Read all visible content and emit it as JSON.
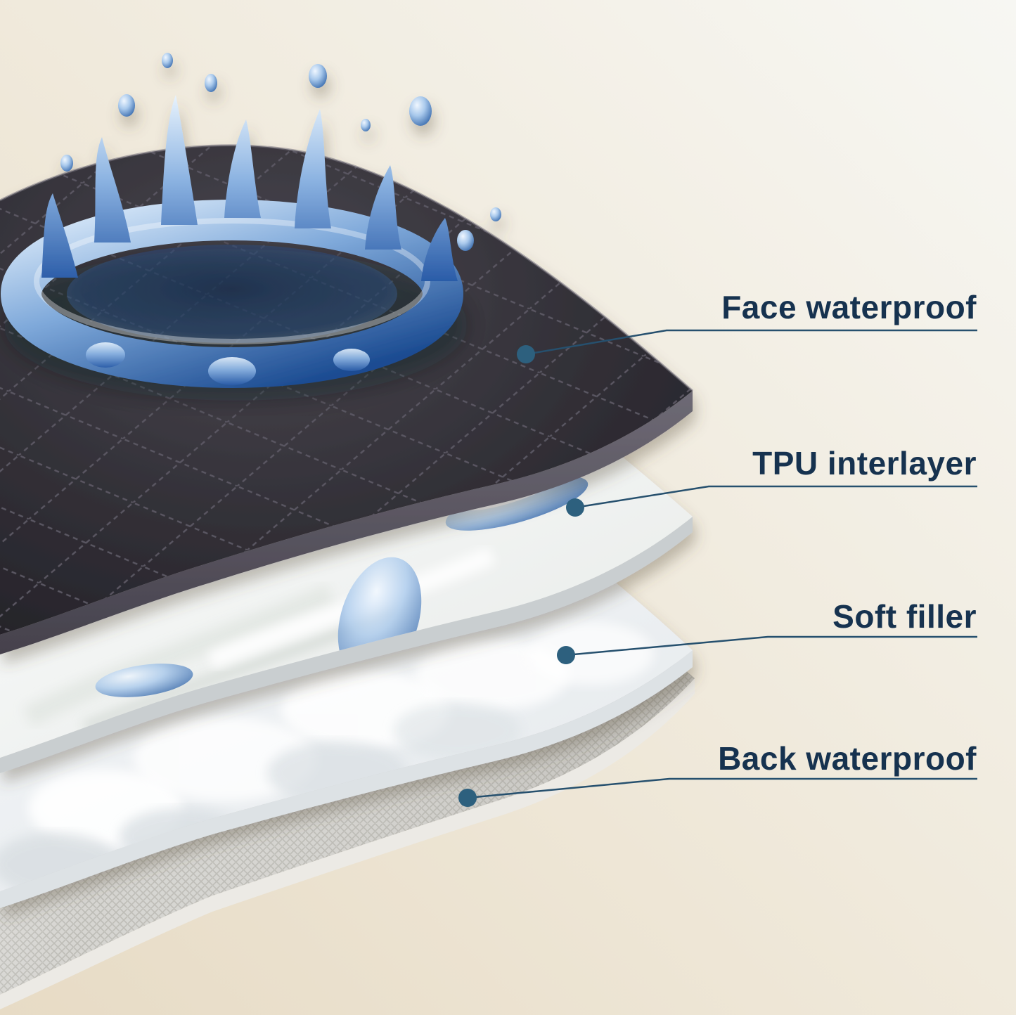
{
  "diagram": {
    "layers": [
      {
        "name": "face-waterproof",
        "label": "Face waterproof",
        "color": "#2e2c32"
      },
      {
        "name": "tpu-interlayer",
        "label": "TPU interlayer",
        "color": "#f4f6f5"
      },
      {
        "name": "soft-filler",
        "label": "Soft filler",
        "color": "#eef1f3"
      },
      {
        "name": "back-waterproof",
        "label": "Back waterproof",
        "color": "#d6d5d1"
      }
    ],
    "callout": {
      "text_color": "#16324f",
      "line_color": "#26506e",
      "dot_color": "#2d607e"
    },
    "water_color": "#2a5ca8",
    "background": {
      "top_right": "#f7f7f3",
      "bottom_left": "#e7dbc5"
    }
  }
}
